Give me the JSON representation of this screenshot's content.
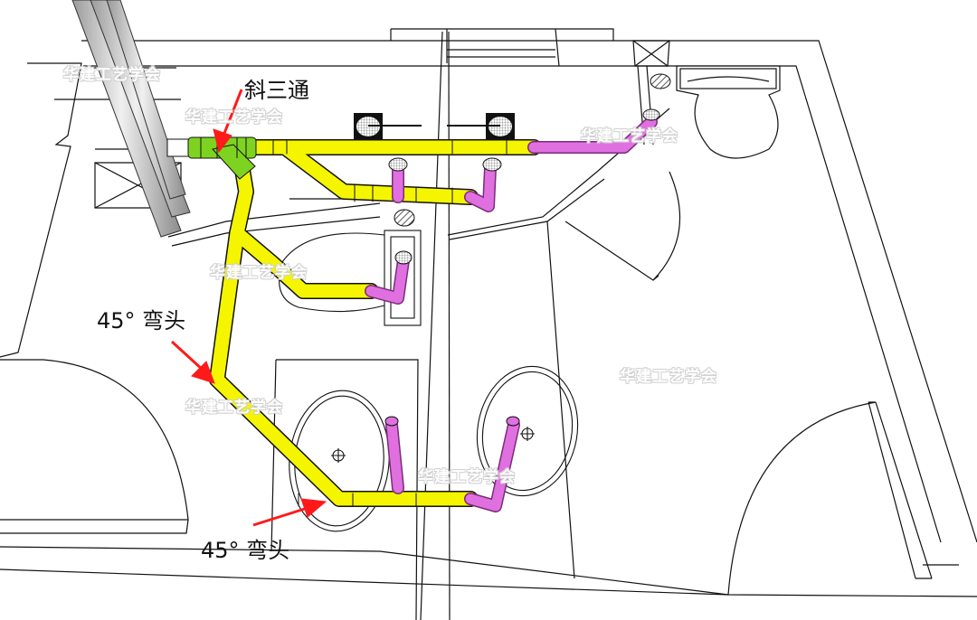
{
  "diagram": {
    "type": "3D plumbing drainage layout (bathroom floor plan)",
    "colors": {
      "main_drain_pipe": "#f5f500",
      "oblique_tee": "#7ed321",
      "branch_fixture_pipe": "#e070e0",
      "riser_stack": "#c8c8c8",
      "annotation_arrow": "#ff1a1a",
      "outline": "#111111"
    },
    "annotations": [
      {
        "id": "oblique-tee",
        "text": "斜三通"
      },
      {
        "id": "elbow-45-upper",
        "text": "45° 弯头"
      },
      {
        "id": "elbow-45-lower",
        "text": "45° 弯头"
      }
    ],
    "watermark": "华建工艺学会",
    "fixtures": [
      "floor-drain",
      "floor-drain",
      "floor-drain",
      "floor-drain",
      "toilet",
      "toilet",
      "washbasin",
      "washbasin",
      "urinal-grille",
      "urinal-grille"
    ]
  }
}
